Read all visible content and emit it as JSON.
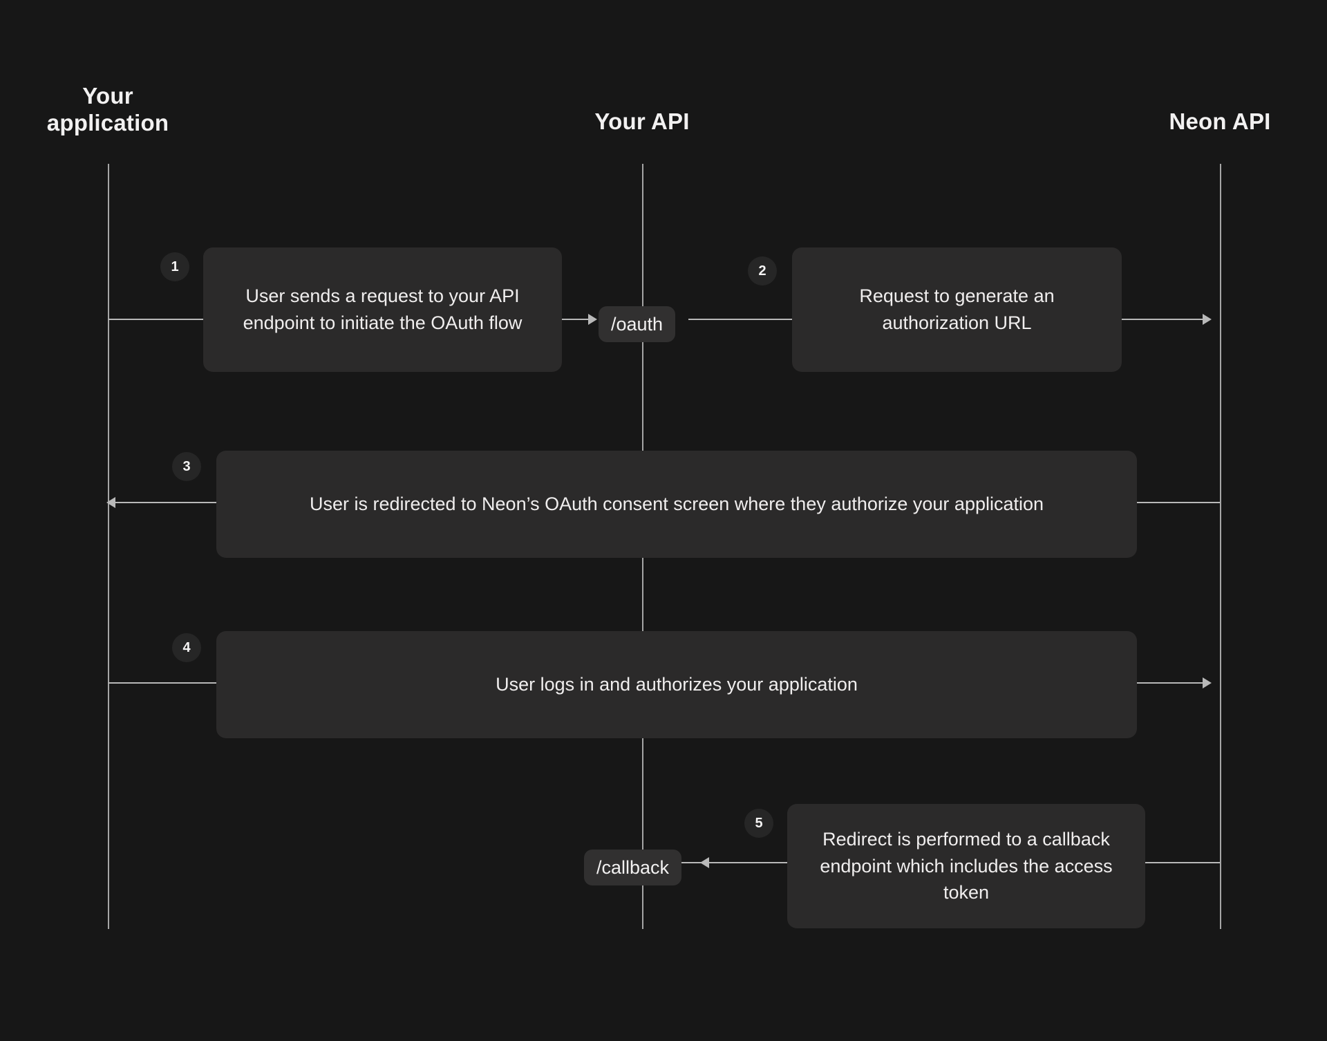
{
  "diagram": {
    "title": "Neon OAuth flow sequence diagram",
    "background_color": "#171717",
    "card_color": "#2b2a2a",
    "badge_color": "#262626",
    "line_color": "#b9b9b9",
    "text_color": "#f0eeee",
    "columns": [
      {
        "id": "your-application",
        "label": "Your\napplication"
      },
      {
        "id": "your-api",
        "label": "Your API"
      },
      {
        "id": "neon-api",
        "label": "Neon API"
      }
    ],
    "steps": [
      {
        "number": "1",
        "text": "User sends a request to your API endpoint to initiate the OAuth flow",
        "from": "your-application",
        "to": "your-api",
        "direction": "right"
      },
      {
        "number": "2",
        "text": "Request to generate an authorization URL",
        "from": "your-api",
        "to": "neon-api",
        "direction": "right"
      },
      {
        "number": "3",
        "text": "User is redirected to Neon’s OAuth consent screen where they authorize your application",
        "from": "neon-api",
        "to": "your-application",
        "direction": "left"
      },
      {
        "number": "4",
        "text": "User logs in and authorizes your application",
        "from": "your-application",
        "to": "neon-api",
        "direction": "right"
      },
      {
        "number": "5",
        "text": "Redirect is performed to a callback endpoint which includes the access token",
        "from": "neon-api",
        "to": "your-api",
        "direction": "left"
      }
    ],
    "endpoints": [
      {
        "id": "oauth-endpoint",
        "label": "/oauth"
      },
      {
        "id": "callback-endpoint",
        "label": "/callback"
      }
    ]
  }
}
